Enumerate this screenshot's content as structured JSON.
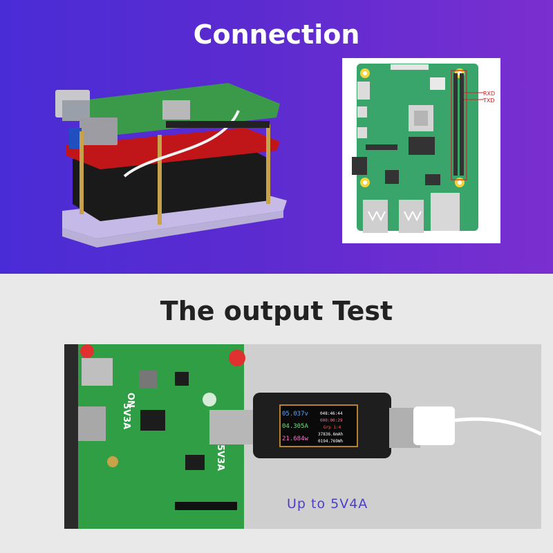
{
  "section1": {
    "title": "Connection"
  },
  "section2": {
    "title": "The output Test",
    "caption": "Up to 5V4A"
  },
  "pin_labels": {
    "rxd": "RXD",
    "txd": "TXD"
  },
  "meter": {
    "voltage": "05.037v",
    "current": "04.305A",
    "power": "21.684w",
    "time": "048:46:44",
    "timer2": "000:00:29",
    "group": "Grp 1:4",
    "mah": "37836.6mAh",
    "wh": "0194.769Wh"
  },
  "board_labels": {
    "on": "ON",
    "v1": "5V3A",
    "v2": "5V3A"
  },
  "colors": {
    "purple_gradient_start": "#4a2cd6",
    "purple_gradient_end": "#7a2fd0",
    "pcb_green": "#2f9e44",
    "caption": "#4a3ec8"
  }
}
